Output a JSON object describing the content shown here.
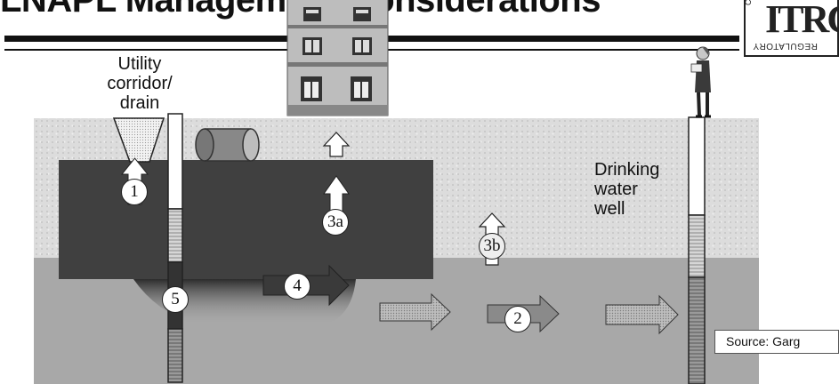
{
  "title": "LNAPL Management Considerations",
  "logo": {
    "text": "ITRC",
    "bottom_text": "REGULATORY",
    "side_text": "CO"
  },
  "labels": {
    "utility": [
      "Utility",
      "corridor/",
      "drain"
    ],
    "well": [
      "Drinking",
      "water",
      "well"
    ]
  },
  "markers": {
    "m1": "1",
    "m2": "2",
    "m3a": "3a",
    "m3b": "3b",
    "m4": "4",
    "m5": "5"
  },
  "source": "Source: Garg",
  "colors": {
    "soil": "#dcdcdc",
    "groundwater": "#a8a8a8",
    "lnapl": "#404040",
    "ink": "#111111"
  }
}
